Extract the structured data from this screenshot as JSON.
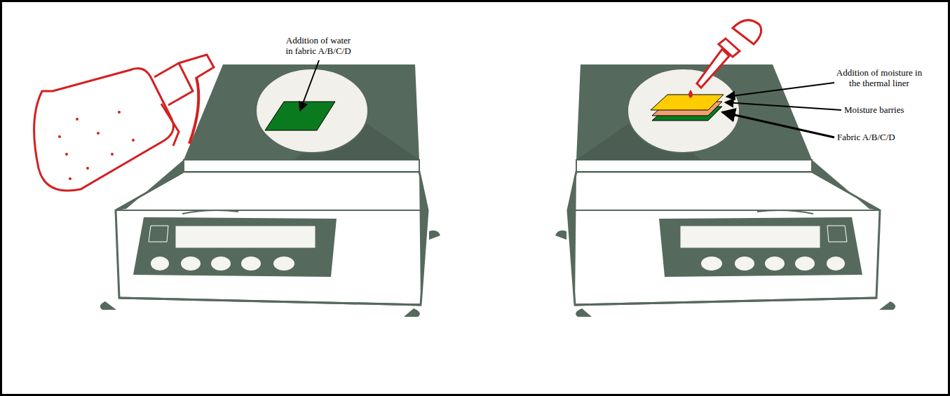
{
  "diagram": {
    "labels": [
      "Addition of water in fabric A/B/C/D",
      "Addition of moisture in the thermal liner",
      "Moisture barries",
      "Fabric A/B/C/D"
    ]
  }
}
